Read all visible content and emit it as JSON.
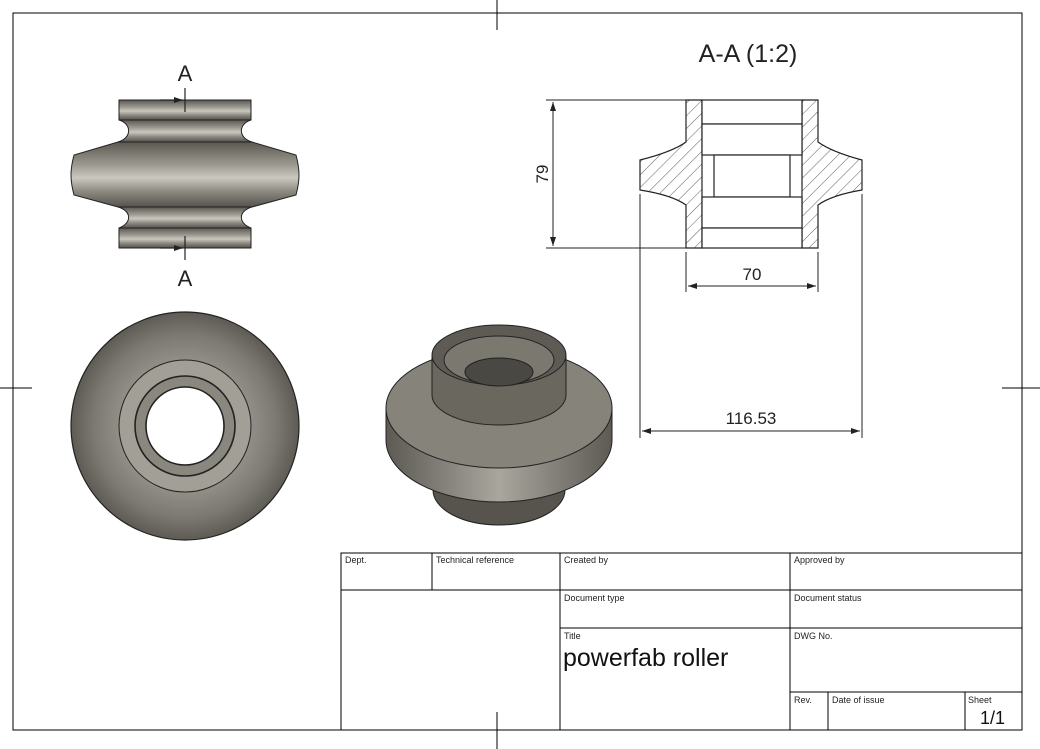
{
  "section_view": {
    "title": "A-A (1:2)",
    "cut_label_top": "A",
    "cut_label_bottom": "A"
  },
  "dimensions": {
    "height": "79",
    "bore_width": "70",
    "outer_diameter": "116.53"
  },
  "title_block": {
    "dept_label": "Dept.",
    "technical_reference_label": "Technical reference",
    "created_by_label": "Created by",
    "approved_by_label": "Approved by",
    "document_type_label": "Document type",
    "document_status_label": "Document status",
    "title_label": "Title",
    "title_value": "powerfab roller",
    "dwg_no_label": "DWG No.",
    "rev_label": "Rev.",
    "date_of_issue_label": "Date of issue",
    "sheet_label": "Sheet",
    "sheet_value": "1/1"
  },
  "colors": {
    "border": "#000000",
    "part_dark": "#4a4843",
    "part_mid": "#77746d",
    "part_light": "#a6a39b",
    "hatch": "#333333"
  }
}
